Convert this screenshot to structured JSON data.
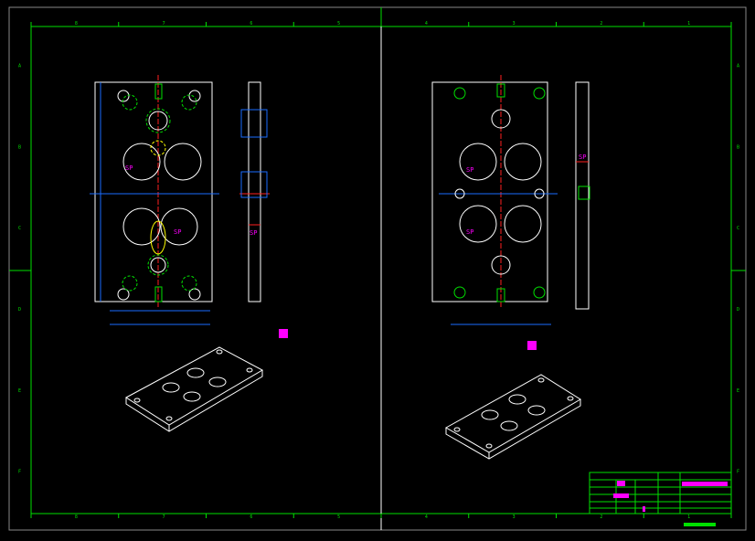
{
  "drawing": {
    "section_label": "SP",
    "zone_numbers_top": [
      "8",
      "7",
      "6",
      "5",
      "4",
      "3",
      "2",
      "1"
    ],
    "zone_letters": [
      "A",
      "B",
      "C",
      "D",
      "E",
      "F"
    ],
    "colors": {
      "frame": "#00e000",
      "outline": "#ffffff",
      "dimension": "#1a6cff",
      "centerline": "#ff2020",
      "hidden": "#ffff00",
      "highlight": "#ff00ff"
    }
  }
}
